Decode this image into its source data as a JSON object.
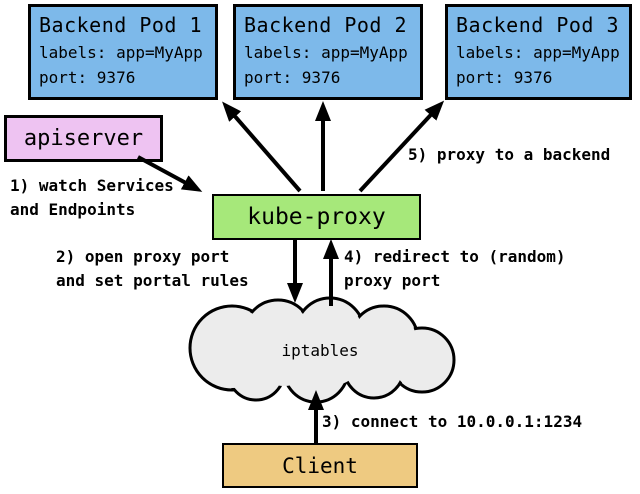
{
  "colors": {
    "pod_fill": "#7db9ea",
    "apiserver_fill": "#eec3f2",
    "kube_proxy_fill": "#a6e87a",
    "client_fill": "#eeca81",
    "cloud_fill": "#ececec",
    "stroke": "#000000"
  },
  "pods": [
    {
      "title": "Backend Pod 1",
      "labels_line": "labels: app=MyApp",
      "port_line": "port: 9376"
    },
    {
      "title": "Backend Pod 2",
      "labels_line": "labels: app=MyApp",
      "port_line": "port: 9376"
    },
    {
      "title": "Backend Pod 3",
      "labels_line": "labels: app=MyApp",
      "port_line": "port: 9376"
    }
  ],
  "nodes": {
    "apiserver": "apiserver",
    "kube_proxy": "kube-proxy",
    "iptables": "iptables",
    "client": "Client"
  },
  "annotations": {
    "step1": "1) watch Services\nand Endpoints",
    "step2": "2) open proxy port\nand set portal rules",
    "step3": "3) connect to 10.0.0.1:1234",
    "step4": "4) redirect to (random)\nproxy port",
    "step5": "5) proxy to a backend"
  }
}
